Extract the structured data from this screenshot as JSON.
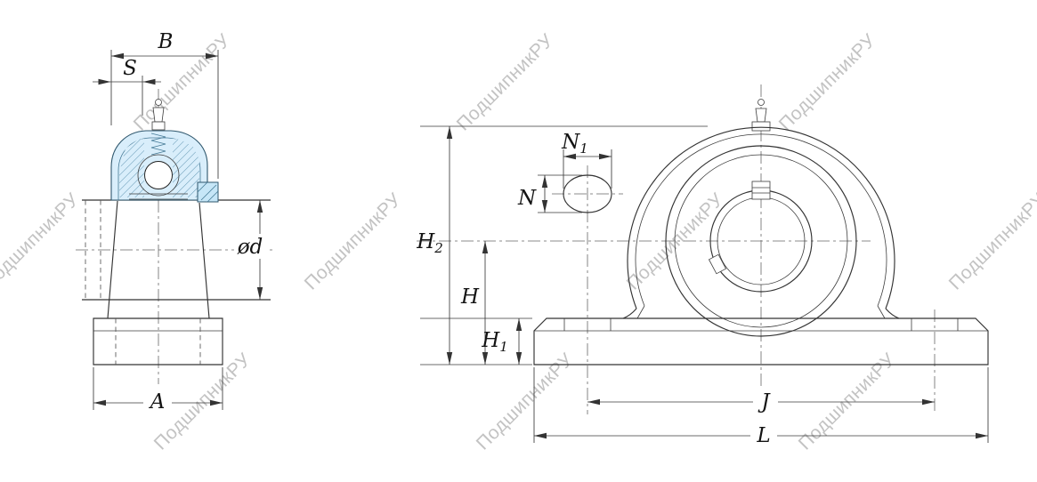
{
  "watermark": {
    "text": "ПодшипникРУ",
    "color": "#c3c3c3"
  },
  "side_view": {
    "dim_B": "B",
    "dim_S": "S",
    "dim_A": "A",
    "dim_bore": "ød"
  },
  "front_view": {
    "dim_N1": {
      "base": "N",
      "sub": "1"
    },
    "dim_N": "N",
    "dim_H2": {
      "base": "H",
      "sub": "2"
    },
    "dim_H": "H",
    "dim_H1": {
      "base": "H",
      "sub": "1"
    },
    "dim_J": "J",
    "dim_L": "L"
  }
}
